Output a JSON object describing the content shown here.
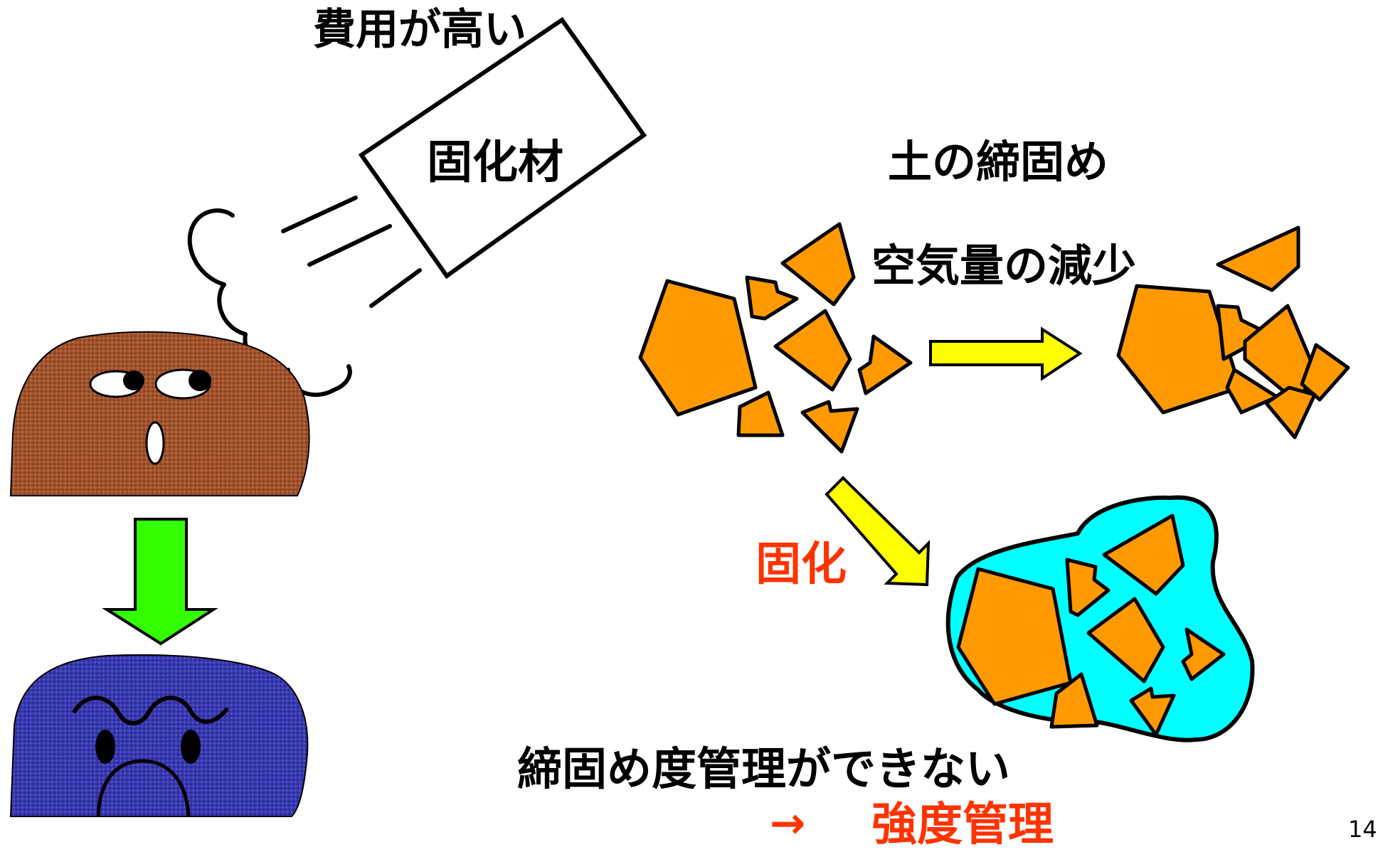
{
  "labels": {
    "cost_high": "費用が高い",
    "solidifier": "固化材",
    "compaction": "土の締固め",
    "air_reduction": "空気量の減少",
    "solidification": "固化",
    "cannot_manage": "締固め度管理ができない",
    "arrow_glyph": "→",
    "strength_management": "強度管理",
    "page_number": "14"
  },
  "colors": {
    "rock": "#ff9900",
    "happy_soil": "#a0522d",
    "sad_soil": "#3333aa",
    "cement": "#00ffff",
    "yellow_arrow": "#ffff00",
    "green_arrow": "#33ff00",
    "accent_red": "#ff3300"
  }
}
